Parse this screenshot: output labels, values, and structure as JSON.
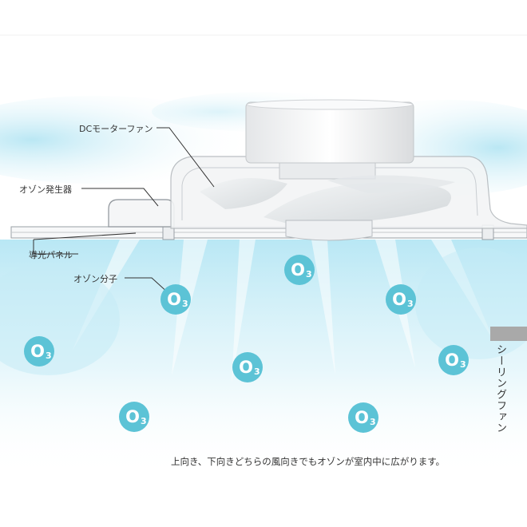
{
  "callouts": {
    "dc_motor_fan": "DCモーターファン",
    "ozone_generator": "オゾン発生器",
    "light_guide_panel": "導光パネル",
    "ozone_molecule": "オゾン分子"
  },
  "ozone_symbol": {
    "letter": "O",
    "subscript": "3",
    "color": "#5cc3d6"
  },
  "caption": "上向き、下向きどちらの風向きでもオゾンが室内中に広がります。",
  "side_label": "シーリングファン",
  "colors": {
    "airflow": "#bfe9f5",
    "fixture_outline": "#9aa0a6",
    "side_tab": "#a9a9a9"
  }
}
